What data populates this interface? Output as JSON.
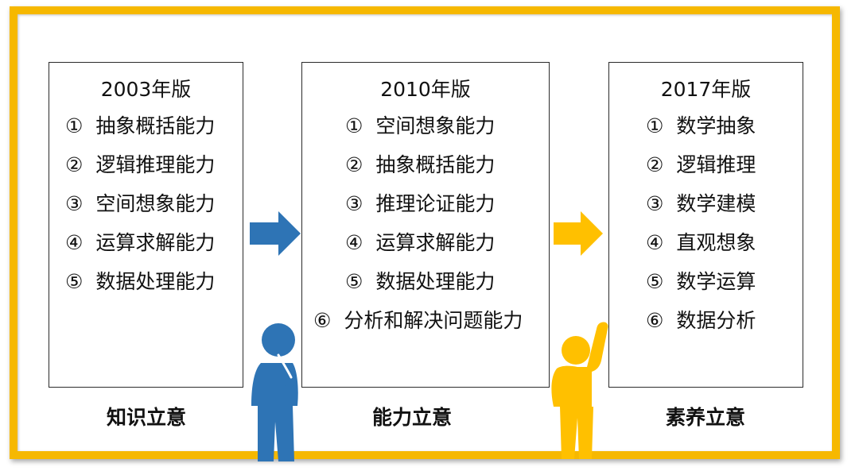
{
  "colors": {
    "frame": "#f6b800",
    "blue": "#2e74b5",
    "yellow": "#ffc000"
  },
  "cards": [
    {
      "title": "2003年版",
      "items": [
        {
          "num": "①",
          "text": "抽象概括能力"
        },
        {
          "num": "②",
          "text": "逻辑推理能力"
        },
        {
          "num": "③",
          "text": "空间想象能力"
        },
        {
          "num": "④",
          "text": "运算求解能力"
        },
        {
          "num": "⑤",
          "text": "数据处理能力"
        }
      ],
      "caption": "知识立意"
    },
    {
      "title": "2010年版",
      "items": [
        {
          "num": "①",
          "text": "空间想象能力"
        },
        {
          "num": "②",
          "text": "抽象概括能力"
        },
        {
          "num": "③",
          "text": "推理论证能力"
        },
        {
          "num": "④",
          "text": "运算求解能力"
        },
        {
          "num": "⑤",
          "text": "数据处理能力"
        },
        {
          "num": "⑥",
          "text": "分析和解决问题能力"
        }
      ],
      "caption": "能力立意"
    },
    {
      "title": "2017年版",
      "items": [
        {
          "num": "①",
          "text": "数学抽象"
        },
        {
          "num": "②",
          "text": "逻辑推理"
        },
        {
          "num": "③",
          "text": "数学建模"
        },
        {
          "num": "④",
          "text": "直观想象"
        },
        {
          "num": "⑤",
          "text": "数学运算"
        },
        {
          "num": "⑥",
          "text": "数据分析"
        }
      ],
      "caption": "素养立意"
    }
  ]
}
